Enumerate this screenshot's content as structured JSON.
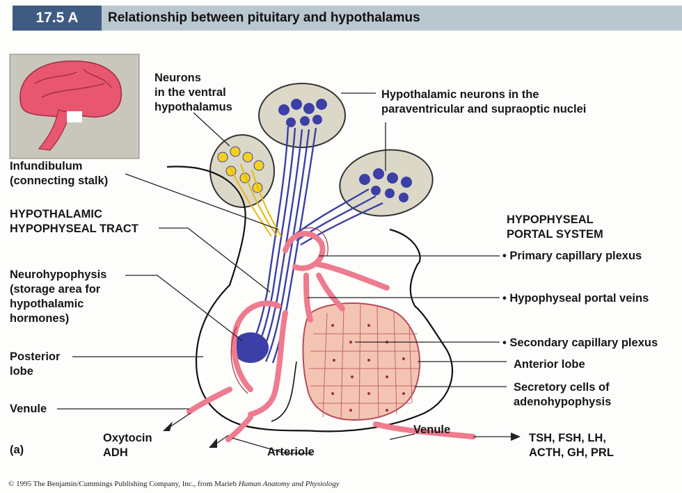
{
  "header": {
    "figure_number": "17.5 A",
    "title": "Relationship between pituitary and hypothalamus"
  },
  "labels": {
    "neurons_ventral": [
      "Neurons",
      "in the ventral",
      "hypothalamus"
    ],
    "hypothalamic_neurons": [
      "Hypothalamic neurons in the",
      "paraventricular and supraoptic nuclei"
    ],
    "infundibulum": [
      "Infundibulum",
      "(connecting stalk)"
    ],
    "hypothalamic_tract": [
      "HYPOTHALAMIC",
      "HYPOPHYSEAL TRACT"
    ],
    "neurohypophysis": [
      "Neurohypophysis",
      "(storage area for",
      "hypothalamic",
      "hormones)"
    ],
    "posterior_lobe": [
      "Posterior",
      "lobe"
    ],
    "venule_left": "Venule",
    "panel_letter": "(a)",
    "oxytocin_adh": [
      "Oxytocin",
      "ADH"
    ],
    "arteriole": "Arteriole",
    "venule_right": "Venule",
    "portal_system": [
      "HYPOPHYSEAL",
      "PORTAL SYSTEM"
    ],
    "primary_plexus": "• Primary capillary plexus",
    "portal_veins": "• Hypophyseal portal veins",
    "secondary_plexus": "• Secondary capillary plexus",
    "anterior_lobe": "Anterior lobe",
    "secretory_cells": [
      "Secretory cells of",
      "adenohypophysis"
    ],
    "hormones": [
      "TSH, FSH, LH,",
      "ACTH, GH, PRL"
    ]
  },
  "footer": {
    "copyright": "© 1995 The Benjamin/Cummings Publishing Company, Inc., from Marieb",
    "book_title": "Human Anatomy and Physiology"
  },
  "colors": {
    "title_box": "#3f5b82",
    "title_bar": "#b9c7cf",
    "vessel": "#ee7b8e",
    "nerve": "#3b3fa6",
    "yellow_neuron": "#f4d21a",
    "nucleus_bubble": "#dcd8c8",
    "anterior_tissue": "#f4c4b2"
  }
}
